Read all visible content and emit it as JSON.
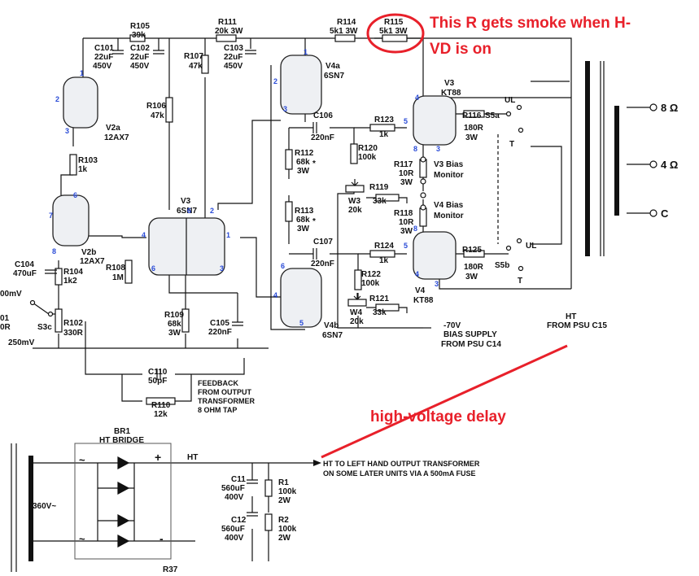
{
  "annotations": {
    "smoke_note_line1": "This R gets smoke when H-",
    "smoke_note_line2": "VD is on",
    "delay_note": "high-voltage delay",
    "red_color": "#e8202a"
  },
  "tubes": {
    "v2a": [
      "V2a",
      "12AX7"
    ],
    "v2b": [
      "V2b",
      "12AX7"
    ],
    "v3_6sn7": [
      "V3",
      "6SN7"
    ],
    "v4a": [
      "V4a",
      "6SN7"
    ],
    "v4b": [
      "V4b",
      "6SN7"
    ],
    "v3_kt88": [
      "V3",
      "KT88"
    ],
    "v4_kt88": [
      "V4",
      "KT88"
    ]
  },
  "resistors": {
    "r105": [
      "R105",
      "39k"
    ],
    "r111": [
      "R111",
      "20k 3W"
    ],
    "r114": [
      "R114",
      "5k1 3W"
    ],
    "r115": [
      "R115",
      "5k1 3W"
    ],
    "r107": [
      "R107",
      "47k"
    ],
    "r106": [
      "R106",
      "47k"
    ],
    "r103": [
      "R103",
      "1k"
    ],
    "r104": [
      "R104",
      "1k2"
    ],
    "r102": [
      "R102",
      "330R"
    ],
    "r108": [
      "R108",
      "1M"
    ],
    "r109": [
      "R109",
      "68k",
      "3W"
    ],
    "r110": [
      "R110",
      "12k"
    ],
    "r112": [
      "R112",
      "68k",
      "3W"
    ],
    "r113": [
      "R113",
      "68k",
      "3W"
    ],
    "r120": [
      "R120",
      "100k"
    ],
    "r122": [
      "R122",
      "100k"
    ],
    "r123": [
      "R123",
      "1k"
    ],
    "r124": [
      "R124",
      "1k"
    ],
    "r119": [
      "R119",
      "33k"
    ],
    "r121": [
      "R121",
      "33k"
    ],
    "r116": [
      "R116",
      "180R",
      "3W"
    ],
    "r125": [
      "R125",
      "180R",
      "3W"
    ],
    "r117": [
      "R117",
      "10R",
      "3W"
    ],
    "r118": [
      "R118",
      "10R",
      "3W"
    ],
    "r1": [
      "R1",
      "100k",
      "2W"
    ],
    "r2": [
      "R2",
      "100k",
      "2W"
    ],
    "r37": "R37",
    "r01_partial": [
      "01",
      "0R"
    ]
  },
  "capacitors": {
    "c101": [
      "C101",
      "22uF",
      "450V"
    ],
    "c102": [
      "C102",
      "22uF",
      "450V"
    ],
    "c103": [
      "C103",
      "22uF",
      "450V"
    ],
    "c106": [
      "C106",
      "220nF"
    ],
    "c107": [
      "C107",
      "220nF"
    ],
    "c104": [
      "C104",
      "470uF"
    ],
    "c105": [
      "C105",
      "220nF"
    ],
    "c110": [
      "C110",
      "50pF"
    ],
    "c11": [
      "C11",
      "560uF",
      "400V"
    ],
    "c12": [
      "C12",
      "560uF",
      "400V"
    ]
  },
  "pots": {
    "w3": [
      "W3",
      "20k"
    ],
    "w4": [
      "W4",
      "20k"
    ]
  },
  "switches": {
    "s3c": "S3c",
    "s5a": "S5a",
    "s5b": "S5b",
    "ul_top": "UL",
    "t_top": "T",
    "ul_bottom": "UL",
    "t_bottom": "T"
  },
  "monitors": {
    "v3_bias": [
      "V3 Bias",
      "Monitor"
    ],
    "v4_bias": [
      "V4 Bias",
      "Monitor"
    ]
  },
  "outputs": {
    "tap_8": "8 Ω",
    "tap_4": "4 Ω",
    "tap_com": "C"
  },
  "text_blocks": {
    "bias_supply": [
      "-70V",
      "BIAS SUPPLY",
      "FROM PSU C14"
    ],
    "ht_from": [
      "HT",
      "FROM PSU C15"
    ],
    "feedback": [
      "FEEDBACK",
      "FROM OUTPUT",
      "TRANSFORMER",
      "8 OHM TAP"
    ],
    "ht_to": [
      "HT TO LEFT HAND OUTPUT TRANSFORMER",
      "ON SOME LATER UNITS VIA A 500mA FUSE"
    ]
  },
  "psu": {
    "bridge": [
      "BR1",
      "HT BRIDGE"
    ],
    "ht": "HT",
    "voltage": "360V~",
    "plus": "+",
    "minus": "-",
    "tilde": "~"
  },
  "signal_levels": {
    "mv_top": "00mV",
    "mv_bottom": "250mV"
  },
  "pin_numbers": {
    "one": "1",
    "two": "2",
    "three": "3",
    "four": "4",
    "five": "5",
    "six": "6",
    "seven": "7",
    "eight": "8"
  },
  "star": "*"
}
